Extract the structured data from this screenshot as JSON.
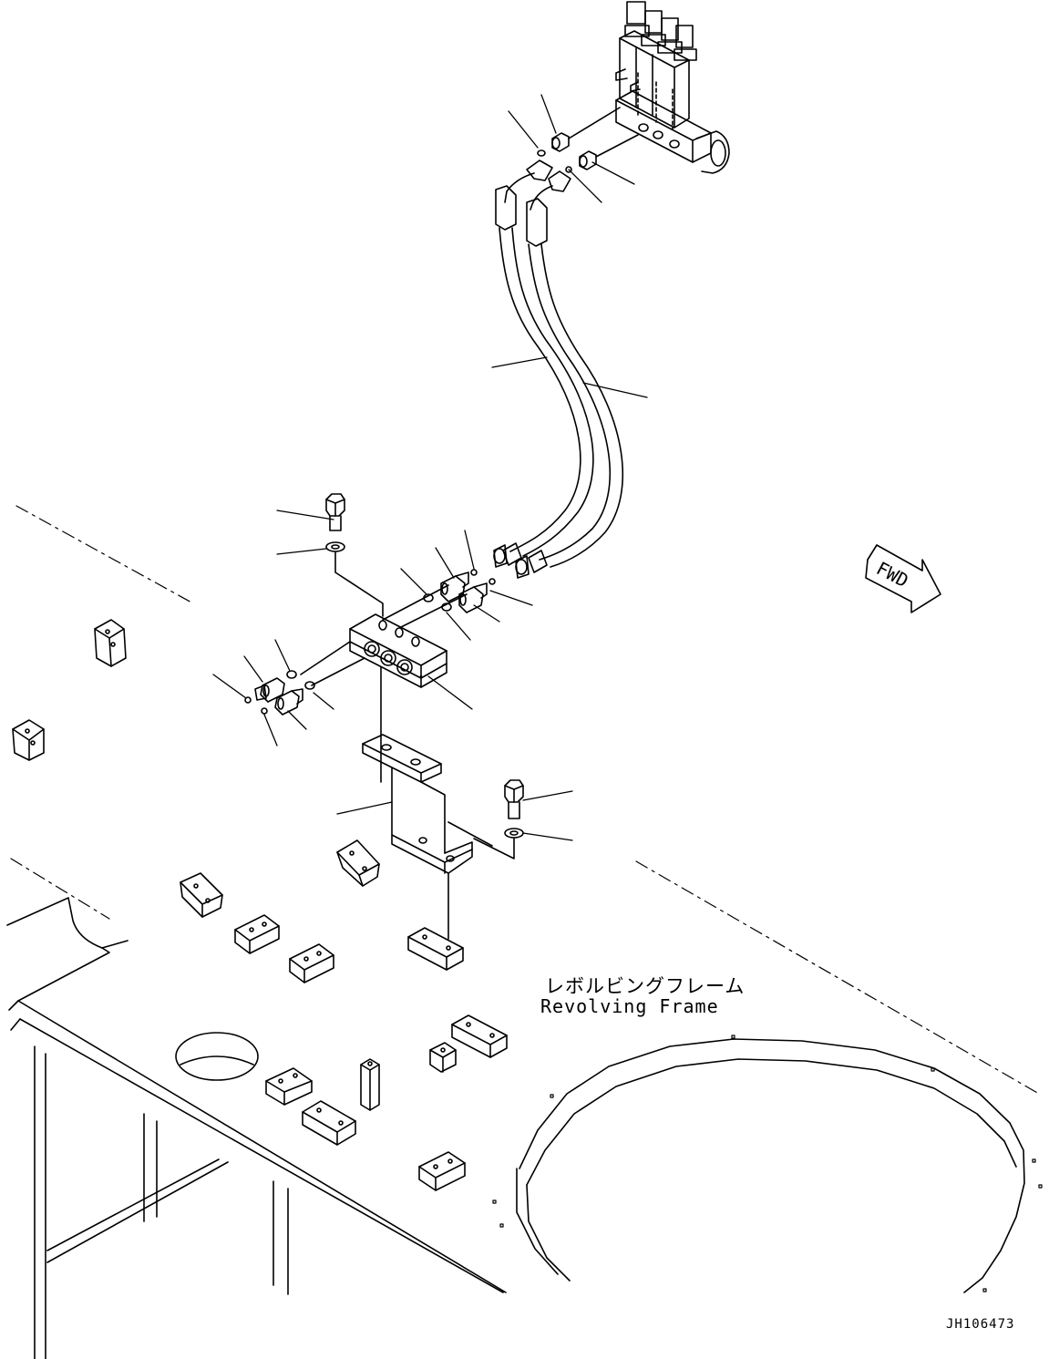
{
  "diagram": {
    "frame_label_jp": "レボルビングフレーム",
    "frame_label_en": "Revolving Frame",
    "direction_marker": "FWD",
    "drawing_id": "JH106473"
  }
}
